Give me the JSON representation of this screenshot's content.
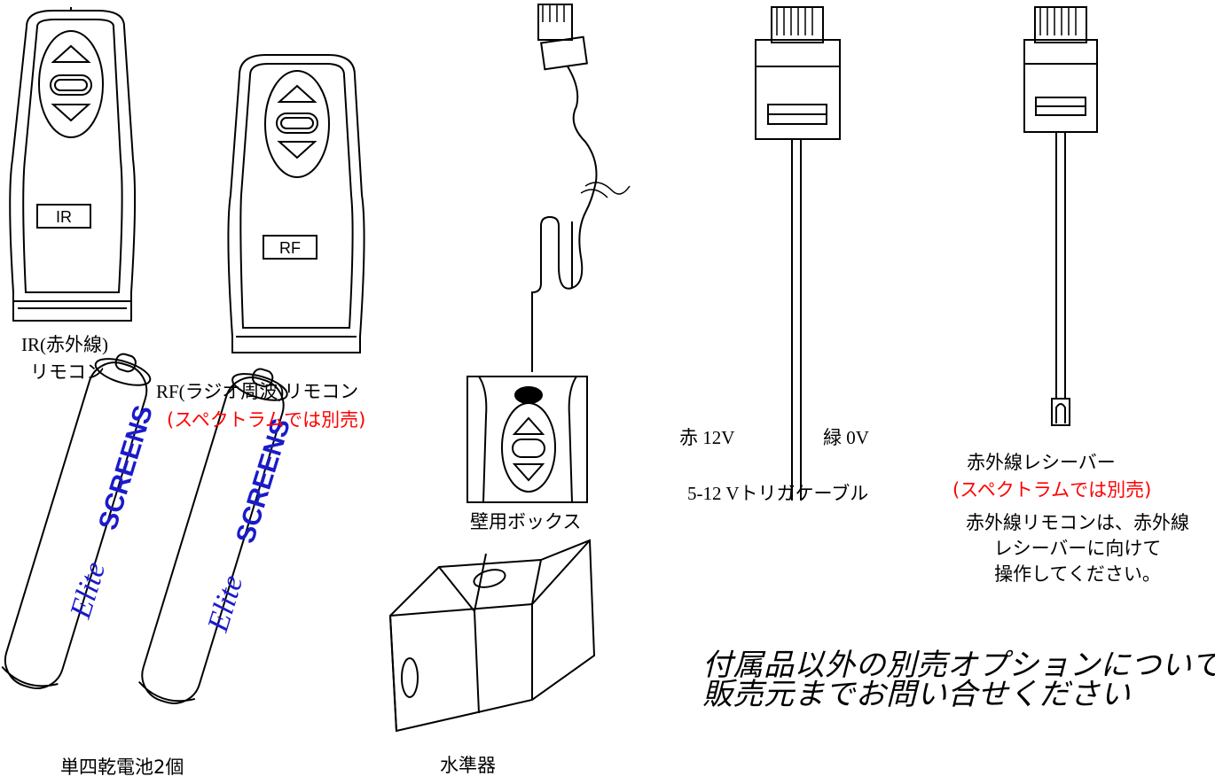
{
  "remote_ir": {
    "badge": "IR",
    "label_line1": "IR(赤外線)",
    "label_line2": "リモコン"
  },
  "remote_rf": {
    "badge": "RF",
    "label_line1": "RF(ラジオ周波)リモコン",
    "label_line2": "(スペクトラムでは別売)"
  },
  "wall_box": {
    "label": "壁用ボックス"
  },
  "trigger_cable": {
    "red_label": "赤 12V",
    "green_label": "緑 0V",
    "label": "5-12 Vトリガケーブル"
  },
  "ir_receiver": {
    "label": "赤外線レシーバー",
    "note_red": "(スペクトラムでは別売)",
    "instruction_line1": "赤外線リモコンは、赤外線",
    "instruction_line2": "レシーバーに向けて",
    "instruction_line3": "操作してください。"
  },
  "batteries": {
    "brand_script": "Elite",
    "brand_block": "SCREENS",
    "label": "単四乾電池2個"
  },
  "level": {
    "label": "水準器"
  },
  "footer_note": {
    "line1": "付属品以外の別売オプションについては",
    "line2": "販売元までお問い合せください"
  },
  "colors": {
    "accent_red": "#ff0000",
    "brand_blue": "#1a1acc"
  }
}
